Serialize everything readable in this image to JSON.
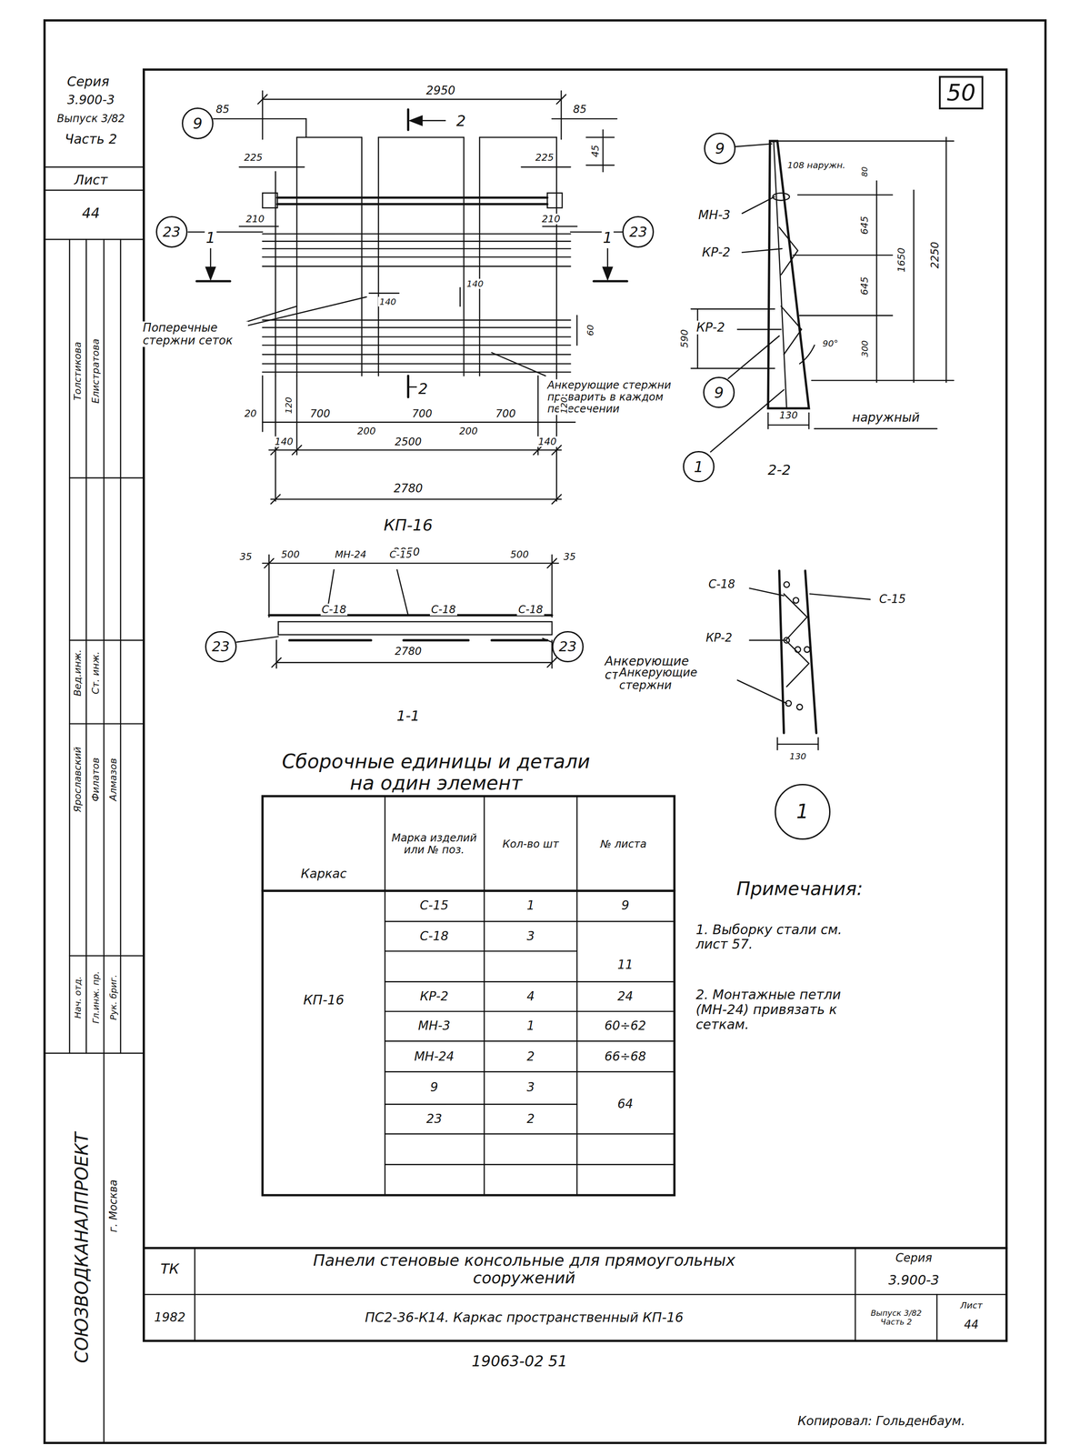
{
  "diagram": {
    "nodes": [
      {
        "text": [
          "50"
        ]
      },
      {
        "text": [
          "9"
        ]
      },
      {
        "text": [
          "9"
        ]
      },
      {
        "text": [
          "23"
        ]
      },
      {
        "text": [
          "23"
        ]
      },
      {
        "text": [
          "9"
        ]
      },
      {
        "text": [
          "1"
        ]
      },
      {
        "text": [
          "23"
        ]
      },
      {
        "text": [
          "23"
        ]
      },
      {
        "text": [
          "1"
        ]
      }
    ],
    "labels": [
      "Серия",
      "3.900-3",
      "Выпуск 3/82",
      "Часть 2",
      "Лист",
      "44",
      "Толстикова",
      "Елистратова",
      "Вед.инж.",
      "Ст. инж.",
      "Ярославский",
      "Филатов",
      "Алмазов",
      "Нач. отд.",
      "Гл.инж. пр.",
      "Рук. бриг.",
      "СОЮЗВОДКАНАЛПРОЕКТ",
      "г. Москва",
      "2950",
      "85",
      "85",
      "2",
      "225",
      "225",
      "45",
      "210",
      "210",
      "140",
      "140",
      "1",
      "1",
      "Поперечные стержни сеток",
      "2",
      "60",
      "Анкерующие стержни приварить в каждом пересечении",
      "20",
      "120",
      "700",
      "700",
      "700",
      "120",
      "200",
      "200",
      "140",
      "2500",
      "140",
      "2780",
      "КП-16",
      "2850",
      "35",
      "500",
      "МН-24",
      "С-15",
      "500",
      "35",
      "С-18",
      "С-18",
      "С-18",
      "Анкерующие стержни",
      "2780",
      "1-1",
      "Сборочные единицы и детали на один элемент",
      "2-2",
      "108 наружн.",
      "80",
      "МН-3",
      "645",
      "1650",
      "2250",
      "КР-2",
      "645",
      "590",
      "КР-2",
      "300",
      "90°",
      "130",
      "наружный",
      "С-18",
      "С-15",
      "КР-2",
      "Анкерующие стержни",
      "130",
      "Каркас",
      "Марка изделий или № поз.",
      "Кол-во шт",
      "№ листа",
      "КП-16",
      "С-15",
      "1",
      "9",
      "С-18",
      "3",
      "11",
      "КР-2",
      "4",
      "24",
      "МН-3",
      "1",
      "60÷62",
      "МН-24",
      "2",
      "66÷68",
      "9",
      "3",
      "64",
      "23",
      "2",
      "Примечания:",
      "1. Выборку стали см. лист 57.",
      "2. Монтажные петли (МН-24) привязать к сеткам.",
      "ТК",
      "1982",
      "Панели стеновые консольные для прямоугольных сооружений",
      "ПС2-36-К14. Каркас пространственный КП-16",
      "Серия",
      "3.900-3",
      "Выпуск 3/82 Часть 2",
      "Лист",
      "44",
      "19063-02 51",
      "Копировал: Гольденбаум."
    ]
  }
}
